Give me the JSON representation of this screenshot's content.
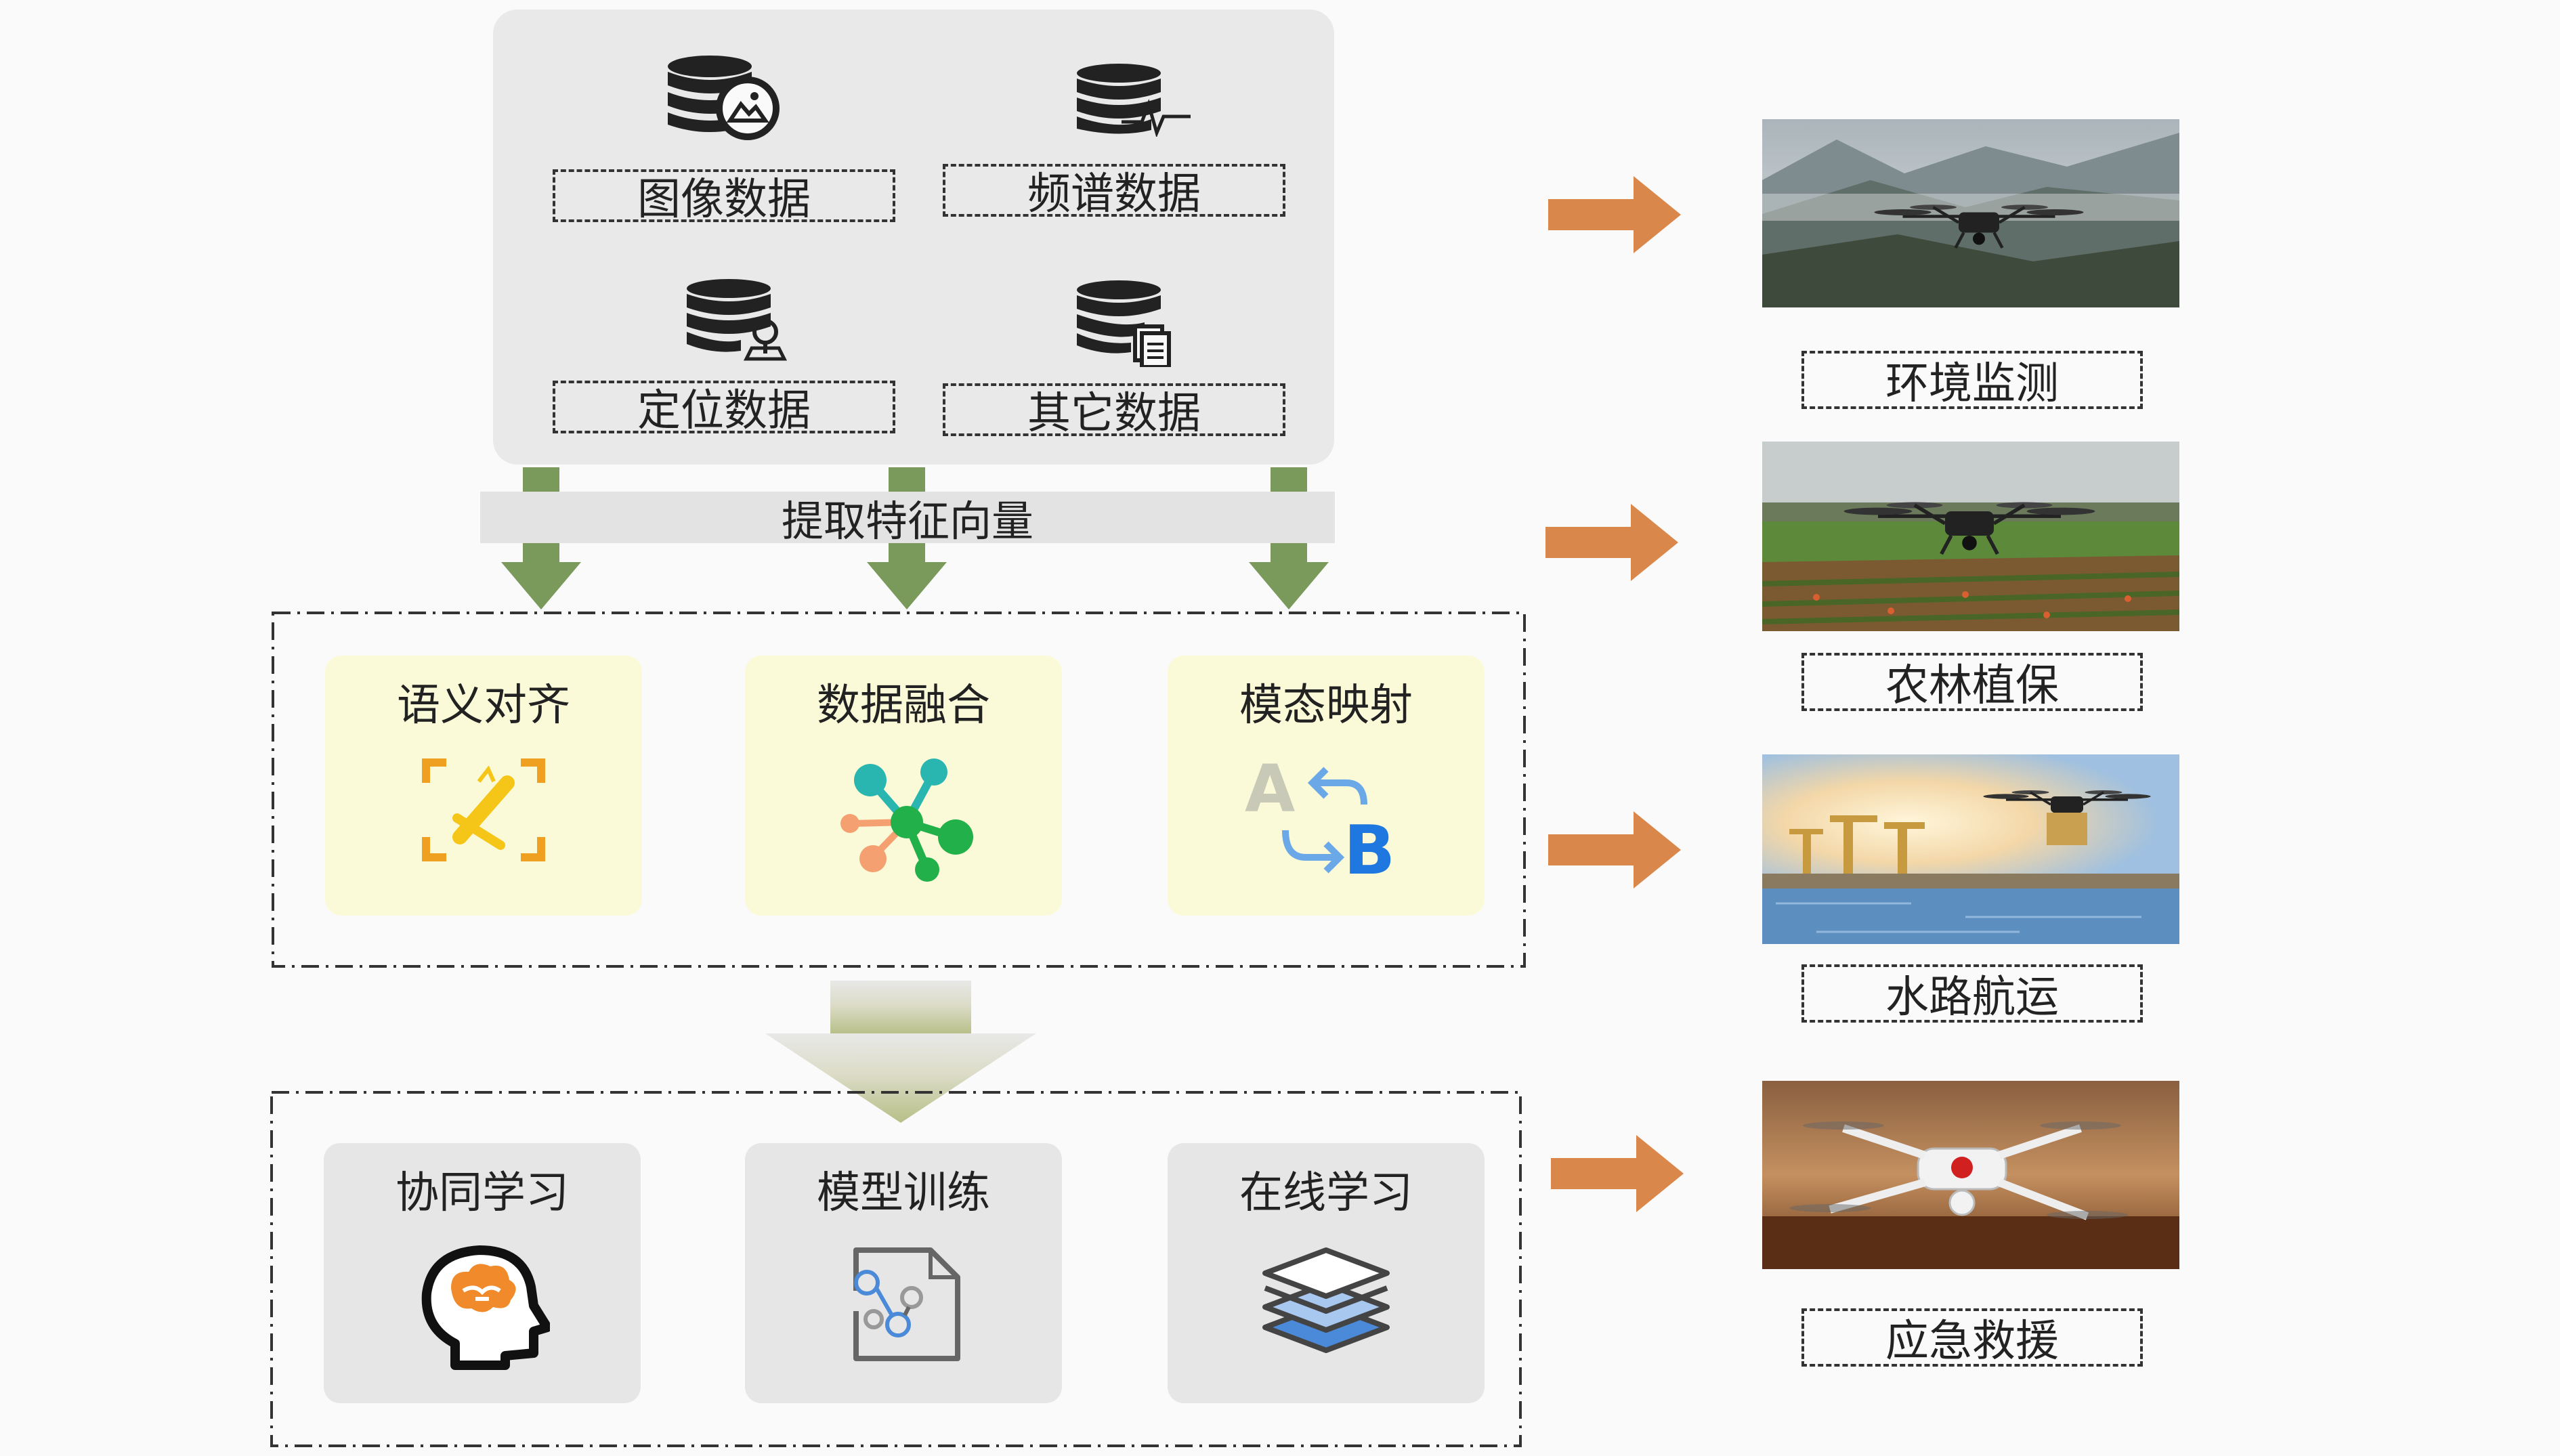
{
  "data_sources": {
    "items": [
      {
        "label": "图像数据",
        "icon": "database-image-icon"
      },
      {
        "label": "频谱数据",
        "icon": "database-waveform-icon"
      },
      {
        "label": "定位数据",
        "icon": "database-location-icon"
      },
      {
        "label": "其它数据",
        "icon": "database-document-icon"
      }
    ]
  },
  "extract_bar": {
    "label": "提取特征向量"
  },
  "fusion": {
    "items": [
      {
        "label": "语义对齐",
        "icon": "semantic-align-icon"
      },
      {
        "label": "数据融合",
        "icon": "data-fusion-network-icon"
      },
      {
        "label": "模态映射",
        "icon": "modal-mapping-a-to-b-icon"
      }
    ]
  },
  "learning": {
    "items": [
      {
        "label": "协同学习",
        "icon": "collaborative-brain-icon"
      },
      {
        "label": "模型训练",
        "icon": "model-training-doc-icon"
      },
      {
        "label": "在线学习",
        "icon": "layers-stack-icon"
      }
    ]
  },
  "applications": {
    "items": [
      {
        "label": "环境监测",
        "image": "drone-over-mountains"
      },
      {
        "label": "农林植保",
        "image": "drone-over-farmland"
      },
      {
        "label": "水路航运",
        "image": "drone-over-port"
      },
      {
        "label": "应急救援",
        "image": "drone-over-field"
      }
    ]
  },
  "colors": {
    "green_arrow": "#7a9a5b",
    "orange_arrow": "#d9874a",
    "panel_gray": "#e9e9e9",
    "fusion_card": "#fbfad8",
    "learn_card": "#e6e6e6"
  }
}
